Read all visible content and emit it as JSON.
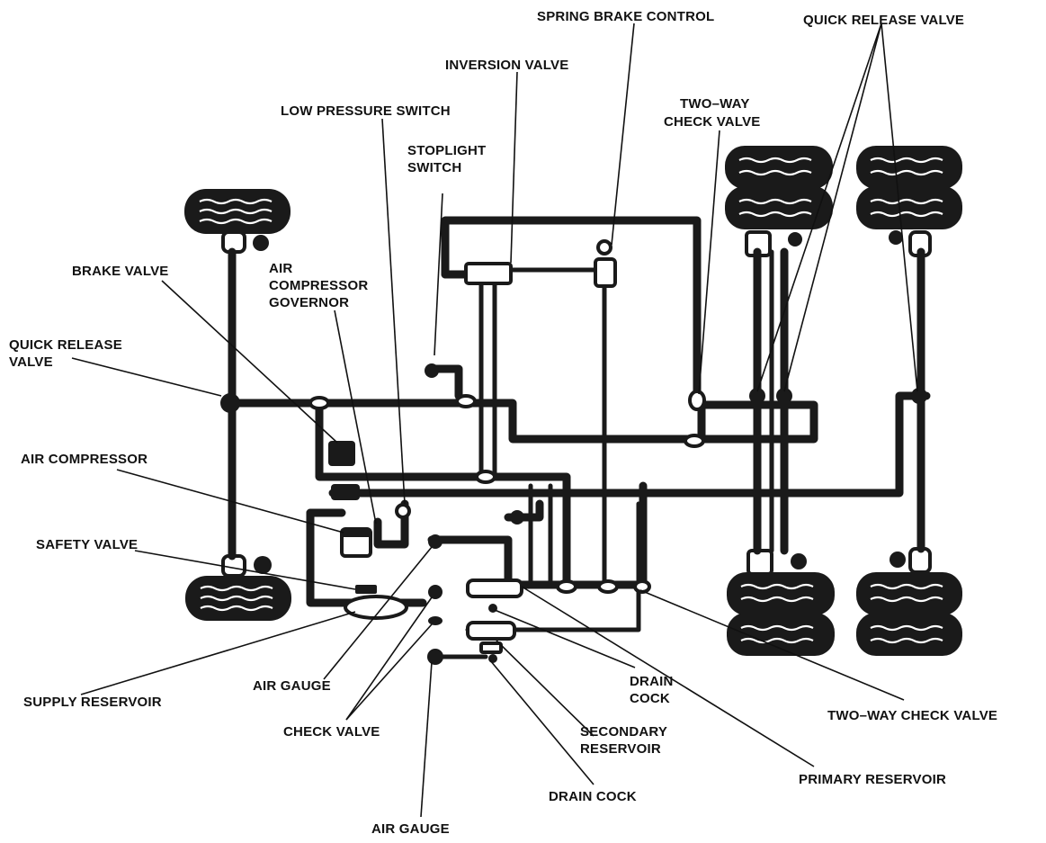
{
  "labels": {
    "spring_brake_control": "SPRING BRAKE CONTROL",
    "quick_release_valve_top": "QUICK RELEASE VALVE",
    "inversion_valve": "INVERSION VALVE",
    "low_pressure_switch": "LOW PRESSURE SWITCH",
    "two_way_check_valve_top_1": "TWO–WAY",
    "two_way_check_valve_top_2": "CHECK VALVE",
    "stoplight_switch_1": "STOPLIGHT",
    "stoplight_switch_2": "SWITCH",
    "brake_valve": "BRAKE VALVE",
    "air_compressor_governor_1": "AIR",
    "air_compressor_governor_2": "COMPRESSOR",
    "air_compressor_governor_3": "GOVERNOR",
    "quick_release_valve_left_1": "QUICK RELEASE",
    "quick_release_valve_left_2": "VALVE",
    "air_compressor": "AIR COMPRESSOR",
    "safety_valve": "SAFETY VALVE",
    "supply_reservoir": "SUPPLY RESERVOIR",
    "air_gauge_1": "AIR GAUGE",
    "check_valve": "CHECK VALVE",
    "drain_cock_1a": "DRAIN",
    "drain_cock_1b": "COCK",
    "two_way_check_valve_bottom": "TWO–WAY CHECK VALVE",
    "secondary_reservoir_1": "SECONDARY",
    "secondary_reservoir_2": "RESERVOIR",
    "primary_reservoir": "PRIMARY RESERVOIR",
    "drain_cock_2": "DRAIN COCK",
    "air_gauge_2": "AIR GAUGE"
  }
}
